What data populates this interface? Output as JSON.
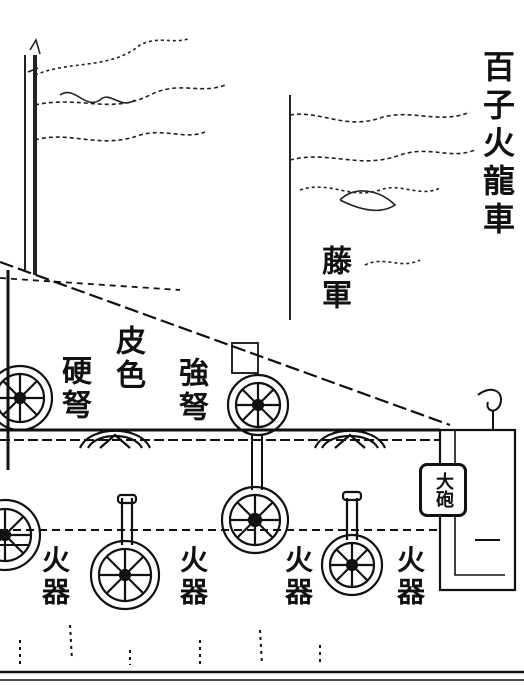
{
  "title": "百子火龍車",
  "labels": {
    "teng_che": "藤軍",
    "pi_pao": "皮色",
    "ying_nu": "硬弩",
    "qiang_nu": "強弩",
    "da_pao": "大砲",
    "huo_qi": [
      "火器",
      "火器",
      "火器",
      "火器"
    ]
  }
}
